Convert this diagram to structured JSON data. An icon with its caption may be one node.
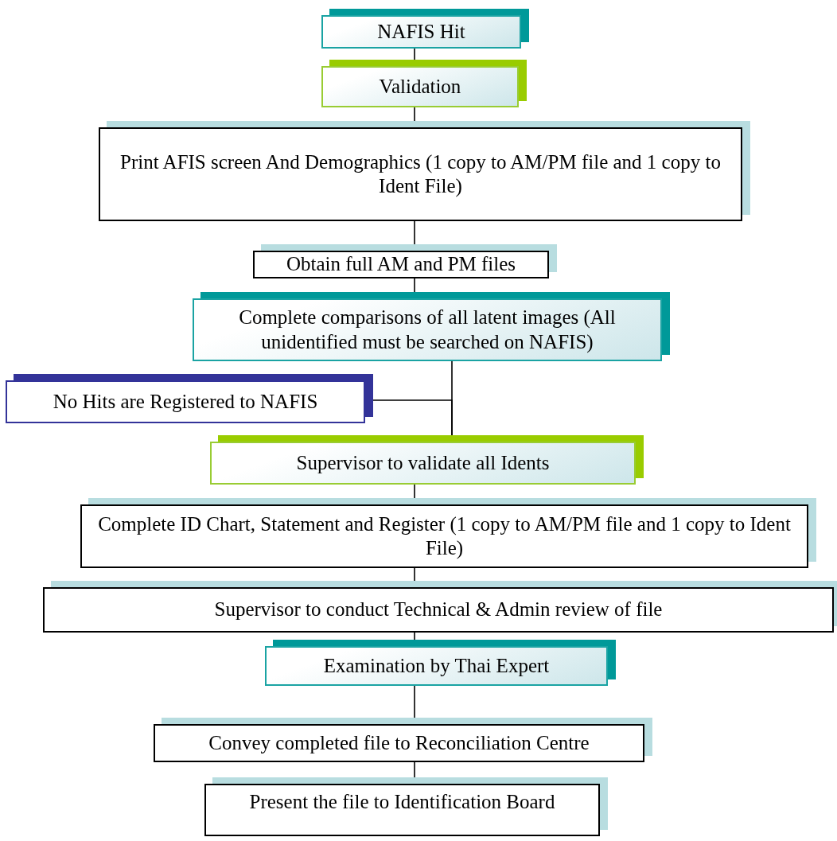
{
  "diagram": {
    "nodes": [
      {
        "text": [
          "NAFIS Hit"
        ]
      },
      {
        "text": [
          "Validation"
        ]
      },
      {
        "text": [
          "Print AFIS screen And Demographics (1 copy to AM/PM file and 1 copy to Ident File)"
        ]
      },
      {
        "text": [
          "Obtain full AM and PM files"
        ]
      },
      {
        "text": [
          "Complete comparisons of all latent images (All unidentified must be searched on NAFIS)"
        ]
      },
      {
        "text": [
          "No Hits are Registered to NAFIS"
        ]
      },
      {
        "text": [
          "Supervisor to validate all Idents"
        ]
      },
      {
        "text": [
          "Complete ID Chart, Statement and Register (1 copy to AM/PM file and 1 copy to Ident File)"
        ]
      },
      {
        "text": [
          "Supervisor to conduct Technical & Admin review of file"
        ]
      },
      {
        "text": [
          "Examination by Thai Expert"
        ]
      },
      {
        "text": [
          "Convey completed file to Reconciliation Centre"
        ]
      },
      {
        "text": [
          "Present the file to Identification Board"
        ]
      }
    ],
    "edges": [
      {
        "from": 0,
        "to": 1,
        "arrow": "none"
      },
      {
        "from": 1,
        "to": 2,
        "arrow": "none"
      },
      {
        "from": 2,
        "to": 3,
        "arrow": "none"
      },
      {
        "from": 3,
        "to": 4,
        "arrow": "none"
      },
      {
        "from": 4,
        "to": 6,
        "arrow": "none"
      },
      {
        "from": 5,
        "to": 6,
        "arrow": "none"
      },
      {
        "from": 6,
        "to": 7,
        "arrow": "none"
      },
      {
        "from": 7,
        "to": 8,
        "arrow": "none"
      },
      {
        "from": 8,
        "to": 9,
        "arrow": "none"
      },
      {
        "from": 9,
        "to": 10,
        "arrow": "none"
      },
      {
        "from": 10,
        "to": 11,
        "arrow": "none"
      }
    ]
  }
}
